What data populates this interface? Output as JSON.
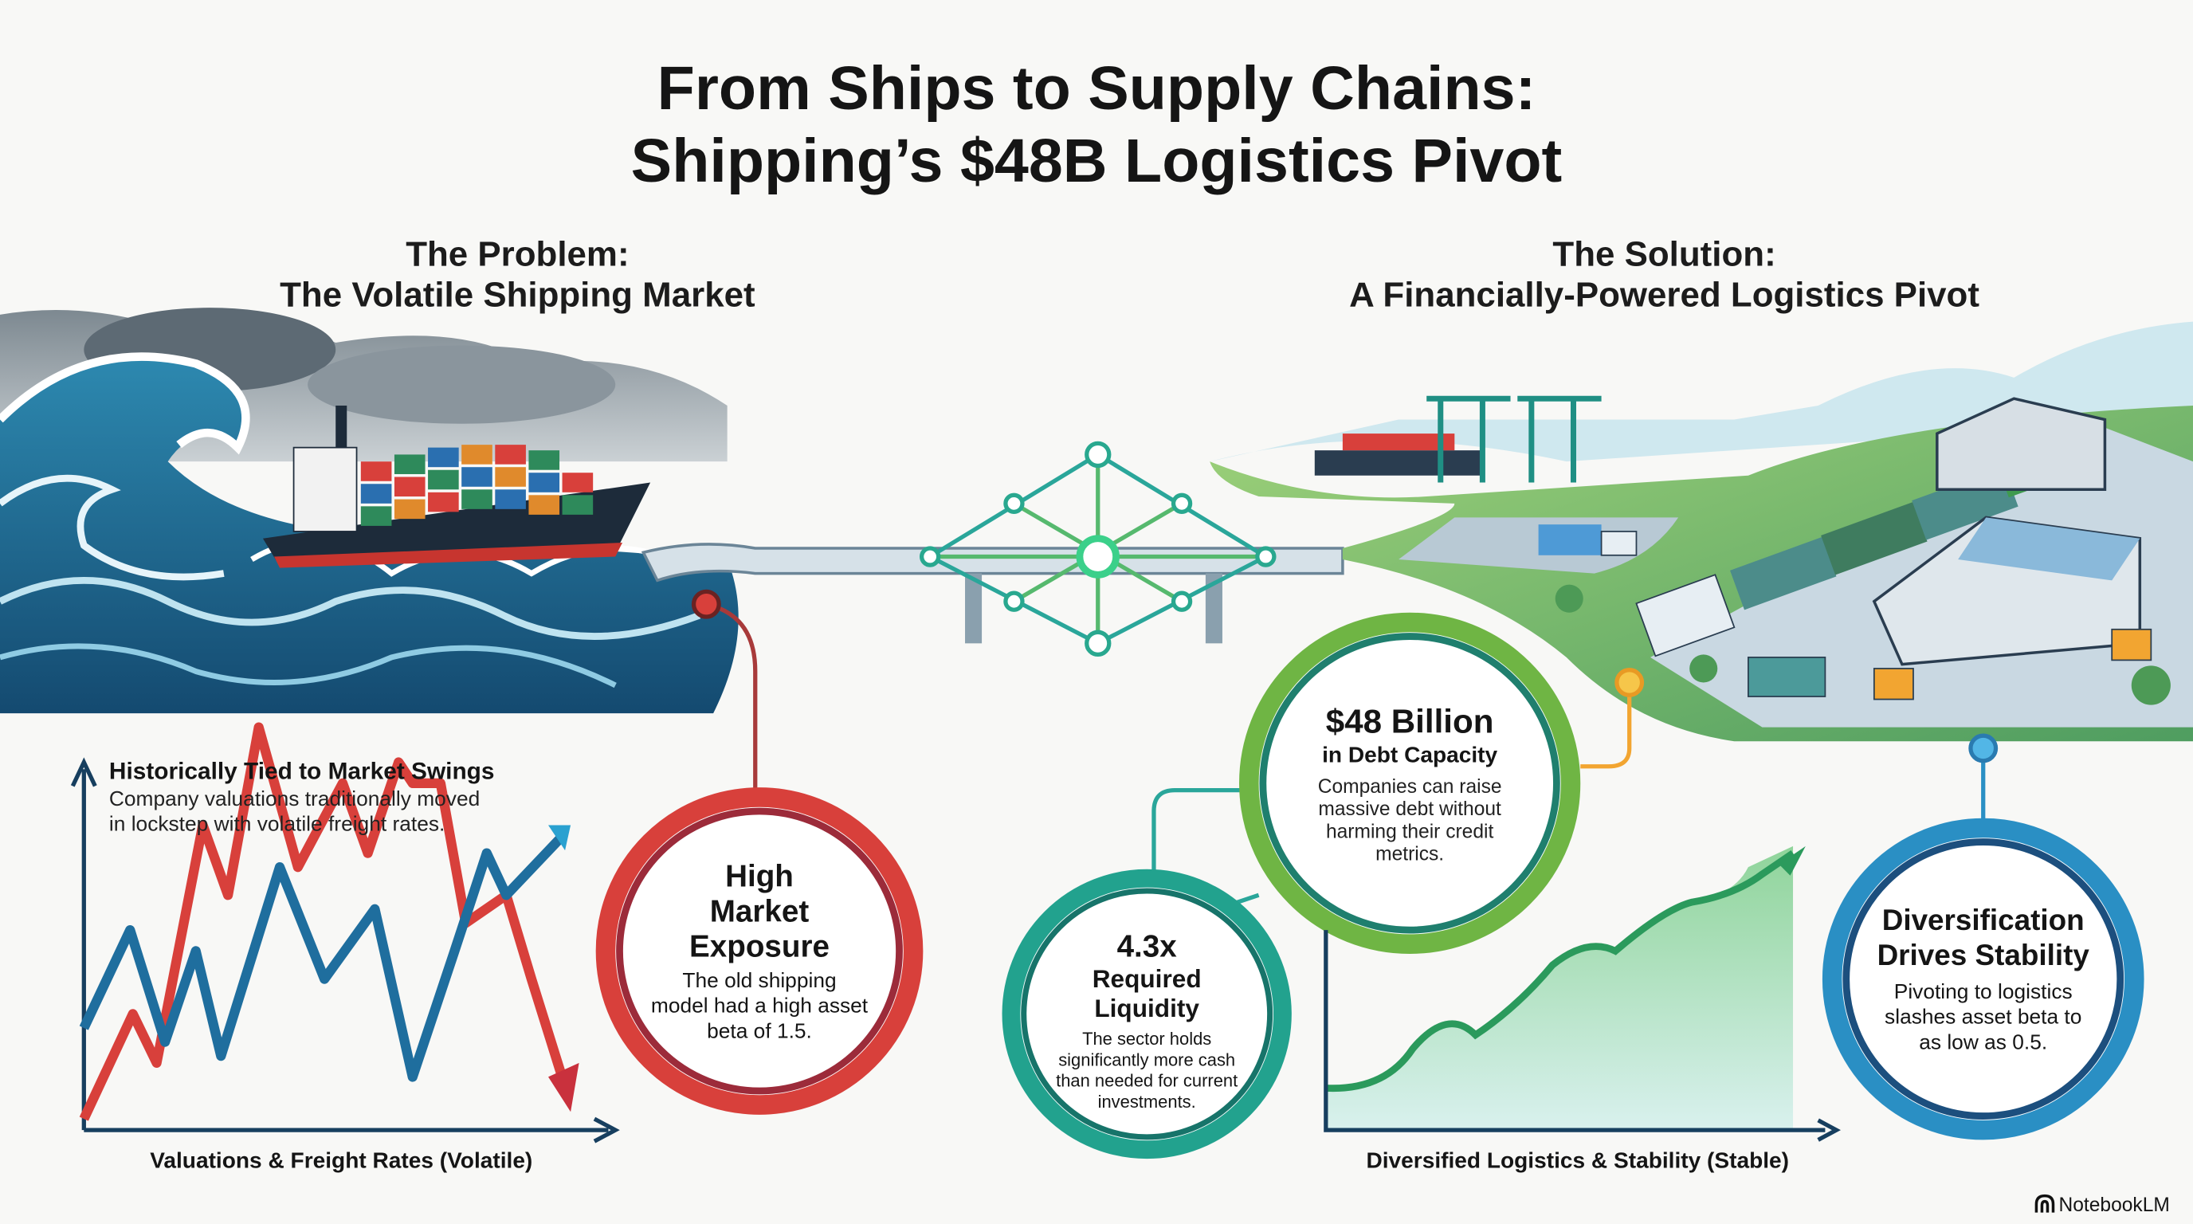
{
  "title": {
    "line1": "From Ships to Supply Chains:",
    "line2": "Shipping’s $48B Logistics Pivot"
  },
  "problem": {
    "label": "The Problem:",
    "subtitle": "The Volatile Shipping Market"
  },
  "solution": {
    "label": "The Solution:",
    "subtitle": "A Financially-Powered Logistics Pivot"
  },
  "left_chart": {
    "title": "Historically Tied to Market Swings",
    "description_line1": "Company valuations traditionally moved",
    "description_line2": "in lockstep with volatile freight rates.",
    "xlabel": "Valuations & Freight Rates (Volatile)"
  },
  "exposure": {
    "heading_lines": [
      "High",
      "Market",
      "Exposure"
    ],
    "body_lines": [
      "The old shipping",
      "model had a high asset",
      "beta of 1.5."
    ]
  },
  "debt": {
    "value": "$48 Billion",
    "heading": "in Debt Capacity",
    "body_lines": [
      "Companies can raise",
      "massive debt without",
      "harming their credit",
      "metrics."
    ]
  },
  "liquidity": {
    "value": "4.3x",
    "heading_lines": [
      "Required",
      "Liquidity"
    ],
    "body_lines": [
      "The sector holds",
      "significantly more cash",
      "than needed for current",
      "investments."
    ]
  },
  "stability": {
    "heading_lines": [
      "Diversification",
      "Drives Stability"
    ],
    "body_lines": [
      "Pivoting to logistics",
      "slashes asset beta to",
      "as low as 0.5."
    ]
  },
  "right_chart": {
    "xlabel": "Diversified Logistics & Stability (Stable)"
  },
  "brand": {
    "name": "NotebookLM"
  },
  "colors": {
    "red": "#d8403b",
    "green": "#6fb544",
    "teal": "#1f9c8c",
    "blue": "#2a8fc4",
    "navy": "#173f5f",
    "orange": "#f2a531"
  }
}
